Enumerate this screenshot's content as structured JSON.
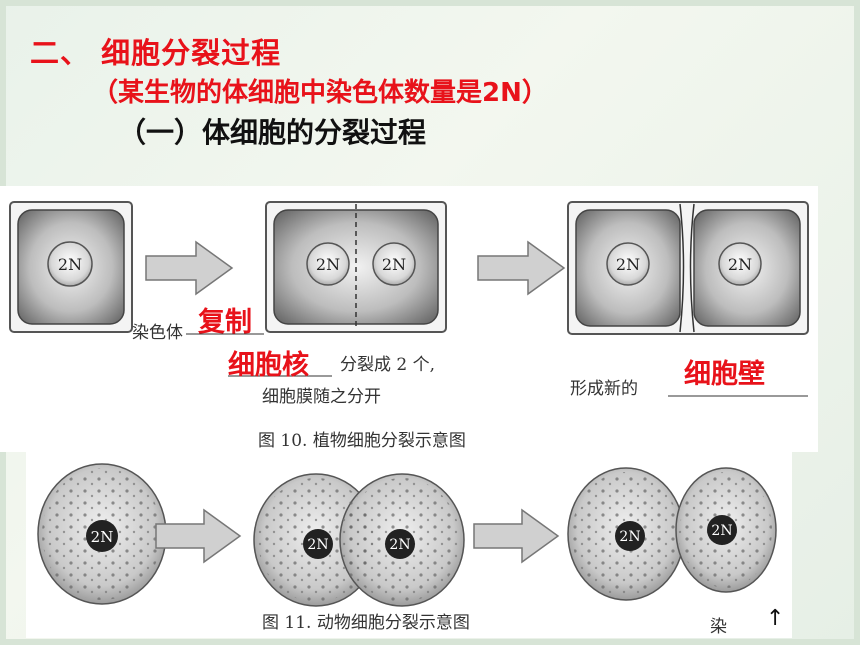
{
  "slide": {
    "title_main": "二、 细胞分裂过程",
    "title_sub": "（某生物的体细胞中染色体数量是2N）",
    "title_section": "（一）体细胞的分裂过程"
  },
  "plant_figure": {
    "caption": "图 10. 植物细胞分裂示意图",
    "nucleus_label": "2N",
    "text_chromosome": "染色体",
    "text_split": "分裂成 2 个,",
    "text_membrane": "细胞膜随之分开",
    "text_form": "形成新的",
    "answer_copy": "复制",
    "answer_nucleus": "细胞核",
    "answer_wall": "细胞壁"
  },
  "animal_figure": {
    "caption": "图 11. 动物细胞分裂示意图",
    "nucleus_label": "2N",
    "corner_text": "染",
    "corner_arrow": "↑"
  },
  "colors": {
    "title_red": "#e8121a",
    "cell_dark": "#7a7a7a",
    "arrow_fill": "#d0d0d0"
  }
}
